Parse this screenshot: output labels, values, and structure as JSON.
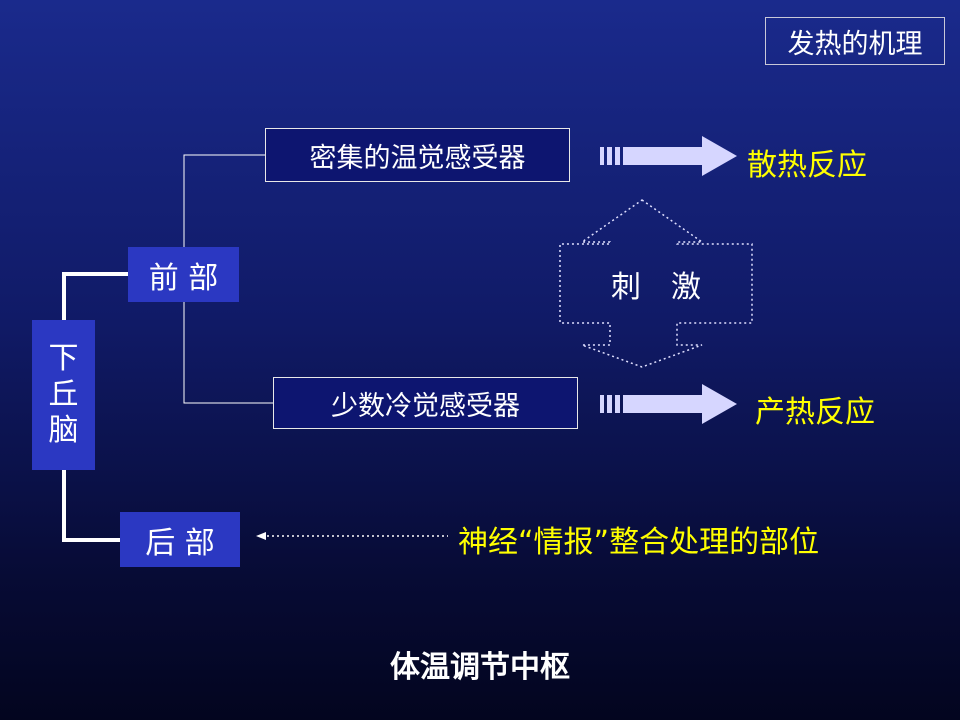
{
  "header": {
    "title": "发热的机理"
  },
  "hypothalamus": {
    "chars": [
      "下",
      "丘",
      "脑"
    ]
  },
  "front": {
    "label": "前 部"
  },
  "back": {
    "label": "后 部"
  },
  "warm_receptor": {
    "label": "密集的温觉感受器"
  },
  "cold_receptor": {
    "label": "少数冷觉感受器"
  },
  "heat_dissipation": {
    "label": "散热反应"
  },
  "heat_production": {
    "label": "产热反应"
  },
  "stimulus": {
    "label": "刺　激"
  },
  "integration": {
    "label": "神经“情报”整合处理的部位"
  },
  "footer": {
    "title": "体温调节中枢"
  },
  "colors": {
    "accent_yellow": "#ffff00",
    "node_blue": "#2b38c2",
    "arrow_lavender": "#d6d6ff",
    "background_top": "#1a2a8c",
    "background_bottom": "#03051f"
  }
}
